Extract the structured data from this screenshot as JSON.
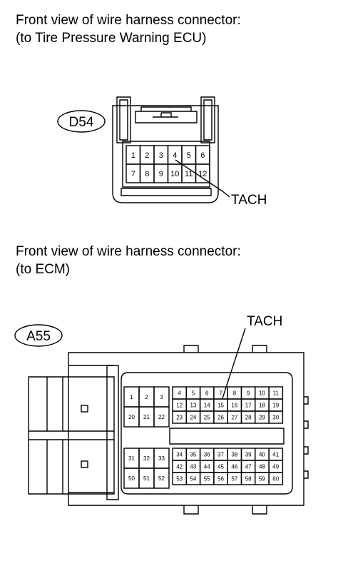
{
  "captions": {
    "d54_line1": "Front view of wire harness connector:",
    "d54_line2": "(to Tire Pressure Warning ECU)",
    "a55_line1": "Front view of wire harness connector:",
    "a55_line2": "(to ECM)"
  },
  "d54": {
    "id": "D54",
    "callout": "TACH",
    "pins": [
      "1",
      "2",
      "3",
      "4",
      "5",
      "6",
      "7",
      "8",
      "9",
      "10",
      "11",
      "12"
    ]
  },
  "a55": {
    "id": "A55",
    "callout": "TACH",
    "left_small": [
      [
        "1",
        "2",
        "3"
      ],
      [
        "20",
        "21",
        "22"
      ]
    ],
    "left_lower": [
      [
        "31",
        "32",
        "33"
      ],
      [
        "50",
        "51",
        "52"
      ]
    ],
    "right_top": [
      [
        "4",
        "5",
        "6",
        "7",
        "8",
        "9",
        "10",
        "11"
      ],
      [
        "12",
        "13",
        "14",
        "15",
        "16",
        "17",
        "18",
        "19"
      ],
      [
        "23",
        "24",
        "25",
        "26",
        "27",
        "28",
        "29",
        "30"
      ]
    ],
    "right_bottom": [
      [
        "34",
        "35",
        "36",
        "37",
        "38",
        "39",
        "40",
        "41"
      ],
      [
        "42",
        "43",
        "44",
        "45",
        "46",
        "47",
        "48",
        "49"
      ],
      [
        "53",
        "54",
        "55",
        "56",
        "57",
        "58",
        "59",
        "60"
      ]
    ]
  }
}
